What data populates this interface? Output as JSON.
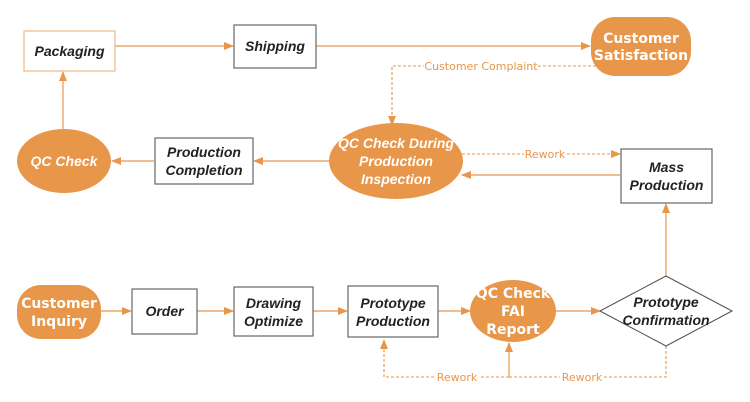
{
  "colors": {
    "accent": "#e8964a",
    "box_border": "#666666",
    "text": "#222222"
  },
  "nodes": {
    "packaging": {
      "lines": [
        "Packaging"
      ]
    },
    "shipping": {
      "lines": [
        "Shipping"
      ]
    },
    "customer_satisfaction": {
      "lines": [
        "Customer",
        "Satisfaction"
      ]
    },
    "qc_check": {
      "lines": [
        "QC Check"
      ]
    },
    "production_completion": {
      "lines": [
        "Production",
        "Completion"
      ]
    },
    "qc_during_production": {
      "lines": [
        "QC Check During",
        "Production",
        "Inspection"
      ]
    },
    "mass_production": {
      "lines": [
        "Mass",
        "Production"
      ]
    },
    "customer_inquiry": {
      "lines": [
        "Customer",
        "Inquiry"
      ]
    },
    "order": {
      "lines": [
        "Order"
      ]
    },
    "drawing_optimize": {
      "lines": [
        "Drawing",
        "Optimize"
      ]
    },
    "prototype_production": {
      "lines": [
        "Prototype",
        "Production"
      ]
    },
    "qc_fai_report": {
      "lines": [
        "QC Check",
        "FAI",
        "Report"
      ]
    },
    "prototype_confirmation": {
      "lines": [
        "Prototype",
        "Confirmation"
      ]
    }
  },
  "edge_labels": {
    "customer_complaint": "Customer Complaint",
    "rework_mass": "Rework",
    "rework_left": "Rework",
    "rework_right": "Rework"
  }
}
